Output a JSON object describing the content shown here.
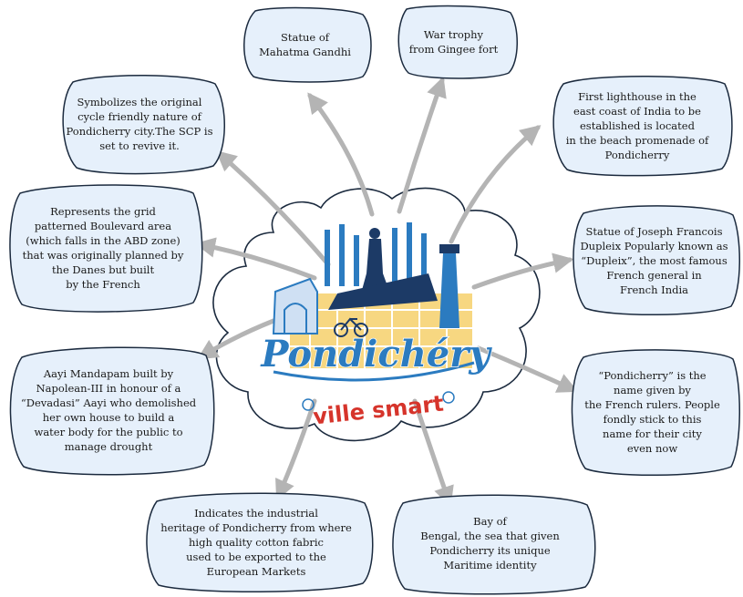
{
  "logo": {
    "title": "Pondichéry",
    "subtitle": "ville smart"
  },
  "colors": {
    "bubble_fill": "#e6f0fb",
    "bubble_stroke": "#1b2a3e",
    "arrow": "#b4b4b4",
    "logo_blue": "#2b7bc0",
    "logo_dark": "#1c3a66",
    "logo_yellow": "#f3c64b",
    "logo_red": "#d6342b"
  },
  "callouts": {
    "gandhi": "Statue of\nMahatma Gandhi",
    "trophy": "War  trophy\nfrom Gingee fort",
    "cycle": "Symbolizes the original\ncycle friendly nature of\nPondicherry city.The SCP is\nset to revive it.",
    "lighthouse": "First lighthouse in the\neast coast of India to be\nestablished is located\nin the beach promenade of\nPondicherry",
    "grid": "Represents the grid\npatterned Boulevard area\n(which falls in the ABD zone)\nthat was originally planned by\nthe Danes but built\nby the French",
    "dupleix": "Statue of Joseph  Francois\nDupleix Popularly known as\n“Dupleix”, the most famous\nFrench general in\nFrench India",
    "aayi": "Aayi Mandapam built by\nNapolean-III in honour of a\n“Devadasi” Aayi who demolished\nher own house to build a\nwater body for the public to\nmanage  drought",
    "name": "“Pondicherry” is the\nname given by\nthe French rulers. People\nfondly stick to this\nname for their city\neven now",
    "cotton": "Indicates the industrial\nheritage of Pondicherry from where\nhigh quality cotton fabric\nused to be exported to the\nEuropean Markets",
    "bay": "Bay of\nBengal, the sea that given\nPondicherry its unique\nMaritime identity"
  }
}
